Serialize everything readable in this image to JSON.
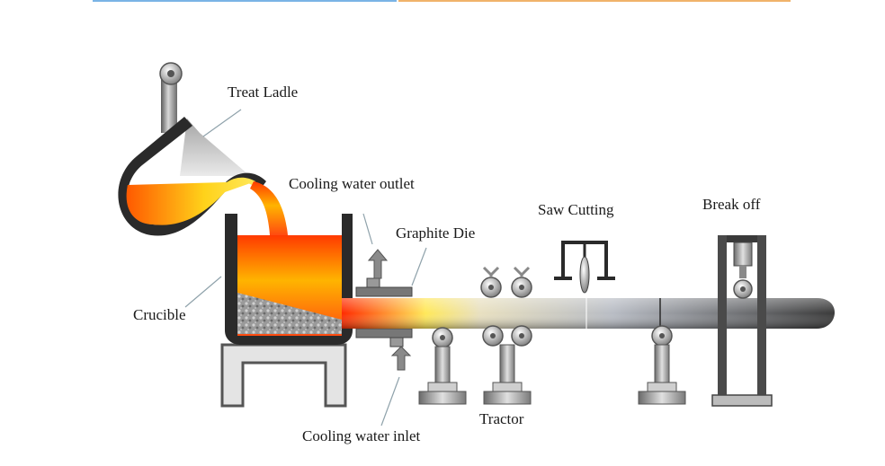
{
  "labels": {
    "treat_ladle": "Treat Ladle",
    "cooling_water_outlet": "Cooling water outlet",
    "graphite_die": "Graphite Die",
    "saw_cutting": "Saw Cutting",
    "break_off": "Break off",
    "crucible": "Crucible",
    "tractor": "Tractor",
    "cooling_water_inlet": "Cooling water inlet"
  },
  "colors": {
    "molten_hot": "#ff3a00",
    "molten_warm": "#ff9a00",
    "molten_glow": "#ffe85a",
    "steel_dark": "#2a2a2a",
    "machine_gray": "#8c8c8c",
    "top_bar_left": "#7ab4e6",
    "top_bar_right": "#f0b36a"
  }
}
